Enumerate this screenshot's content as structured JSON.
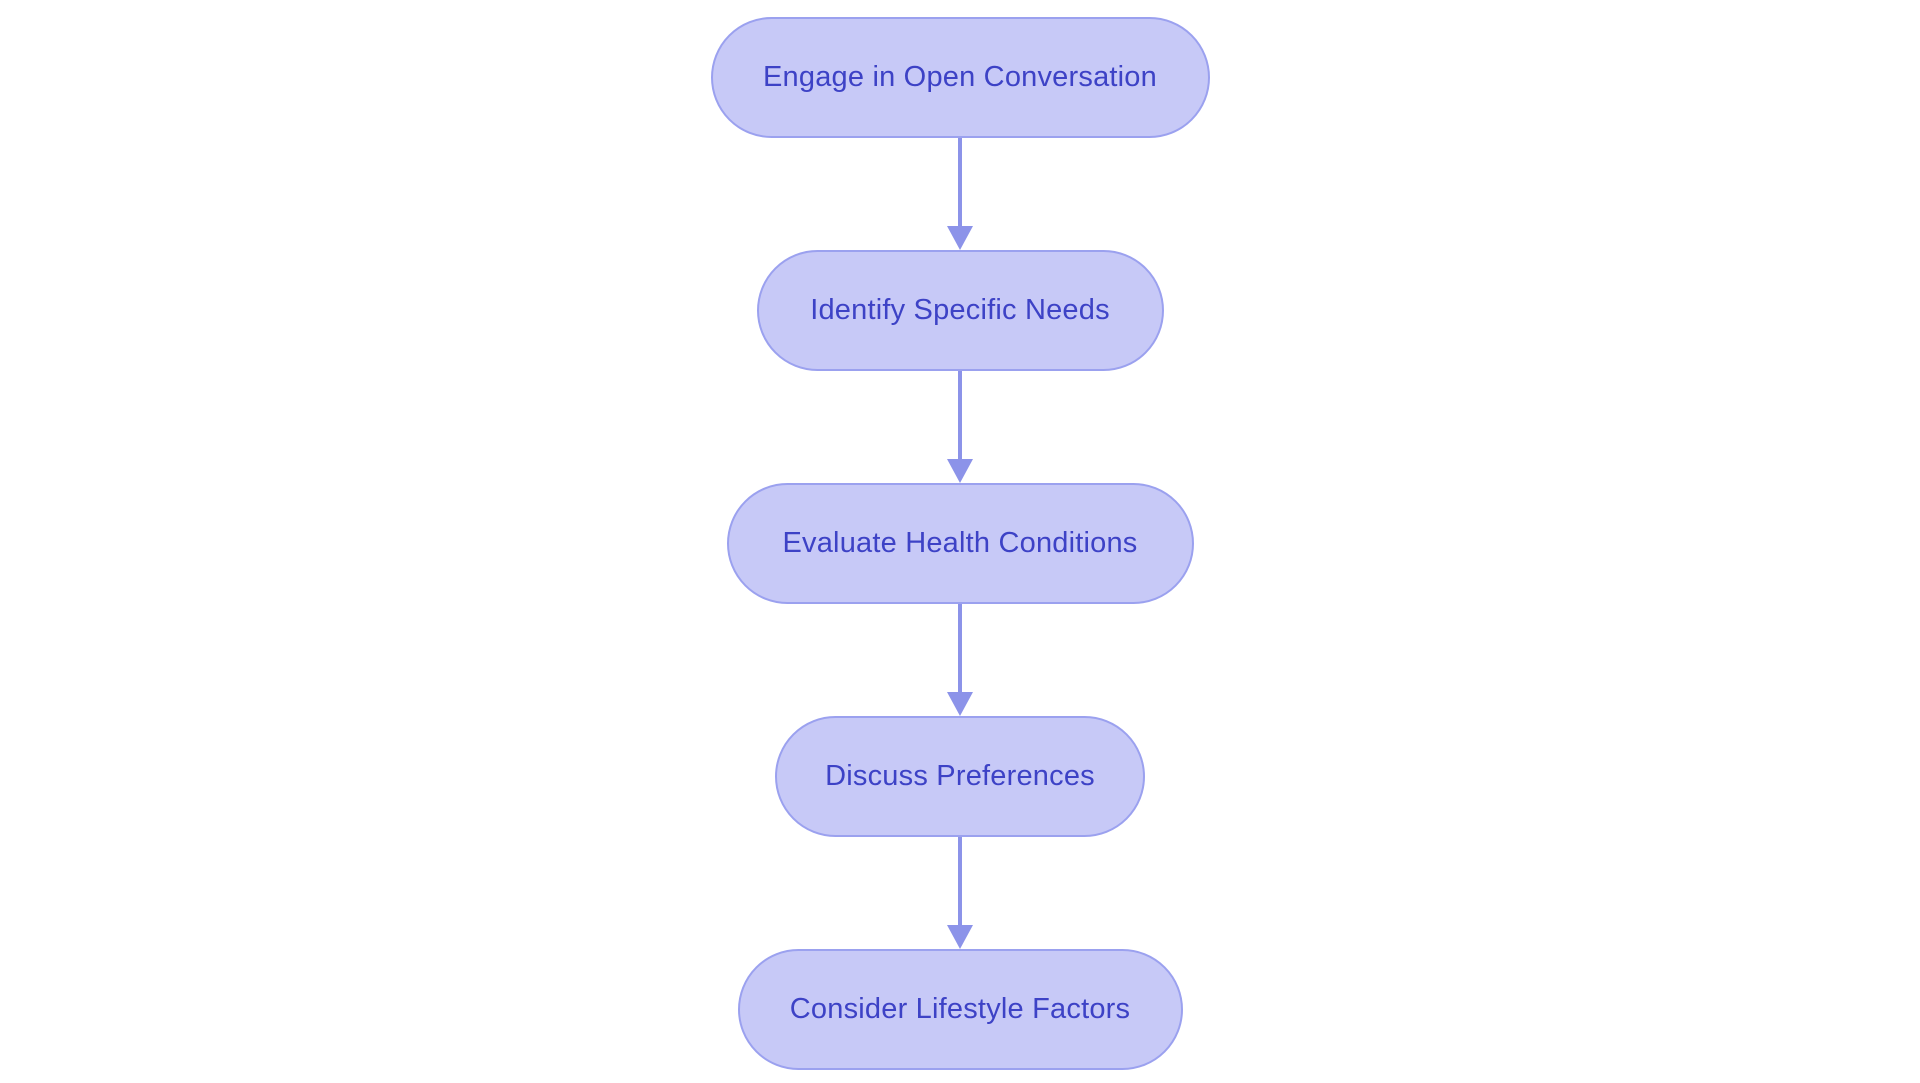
{
  "flowchart": {
    "type": "vertical-flow",
    "nodes": [
      {
        "id": "step-1",
        "label": "Engage in Open Conversation"
      },
      {
        "id": "step-2",
        "label": "Identify Specific Needs"
      },
      {
        "id": "step-3",
        "label": "Evaluate Health Conditions"
      },
      {
        "id": "step-4",
        "label": "Discuss Preferences"
      },
      {
        "id": "step-5",
        "label": "Consider Lifestyle Factors"
      }
    ],
    "connections": [
      {
        "from": "step-1",
        "to": "step-2"
      },
      {
        "from": "step-2",
        "to": "step-3"
      },
      {
        "from": "step-3",
        "to": "step-4"
      },
      {
        "from": "step-4",
        "to": "step-5"
      }
    ],
    "colors": {
      "node_fill": "#c7c9f7",
      "node_border": "#9ba1ef",
      "node_text": "#3d42c6",
      "arrow": "#8c93e9",
      "background": "#ffffff"
    }
  }
}
